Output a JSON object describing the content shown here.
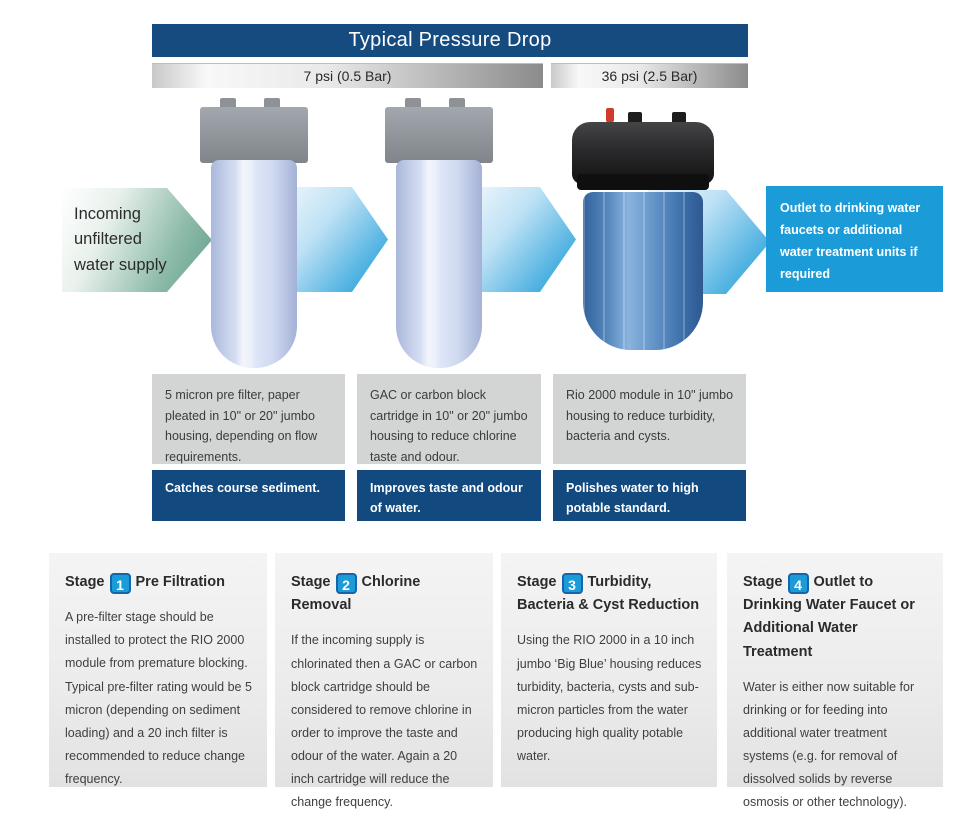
{
  "header": {
    "title": "Typical Pressure Drop",
    "pressure_segments": [
      "7 psi (0.5 Bar)",
      "36 psi (2.5 Bar)"
    ]
  },
  "flow": {
    "incoming_label": "Incoming unfiltered water supply",
    "outlet_label": "Outlet to drinking water faucets or additional water treatment units if required"
  },
  "filters": [
    {
      "description": "5 micron pre filter, paper pleated in 10\" or 20\" jumbo housing, depending on flow requirements.",
      "caption": "Catches course sediment."
    },
    {
      "description": "GAC or carbon block cartridge in 10\" or 20\" jumbo housing to reduce chlorine taste and odour.",
      "caption": "Improves taste and odour of water."
    },
    {
      "description": "Rio 2000 module in 10\" jumbo housing to reduce turbidity, bacteria and cysts.",
      "caption": "Polishes water to high potable standard."
    }
  ],
  "stages": [
    {
      "label": "Stage",
      "number": "1",
      "title": "Pre Filtration",
      "body": "A pre-filter stage should be installed to protect the RIO 2000 module from premature blocking. Typical pre-filter rating would be 5 micron (depending on sediment loading) and a 20 inch filter is recommended to reduce change frequency."
    },
    {
      "label": "Stage",
      "number": "2",
      "title": "Chlorine Removal",
      "body": "If the incoming supply is chlorinated then a GAC or carbon block cartridge should be considered to remove chlorine in order to improve the taste and odour of the water. Again a 20 inch cartridge will reduce the change frequency."
    },
    {
      "label": "Stage",
      "number": "3",
      "title": "Turbidity, Bacteria & Cyst Reduction",
      "body": "Using the RIO 2000 in a 10 inch jumbo ‘Big Blue’ housing reduces turbidity, bacteria, cysts and sub-micron particles from the water producing high quality potable water."
    },
    {
      "label": "Stage",
      "number": "4",
      "title": "Outlet to Drinking Water Faucet or Additional Water Treatment",
      "body": "Water is either now suitable for drinking or for feeding into additional water treatment systems (e.g. for removal of dissolved solids by reverse osmosis or other technology)."
    }
  ],
  "colors": {
    "navy": "#164b80",
    "cyan": "#1b9cd8",
    "arrow_green": "#5f9e8a",
    "box_gray": "#d3d5d4",
    "caption_navy": "#12497f",
    "badge_border": "#1565a8"
  }
}
